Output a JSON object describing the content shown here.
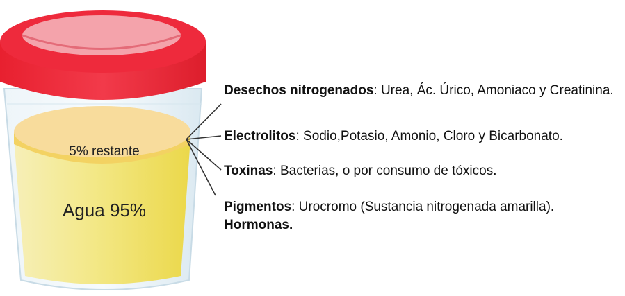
{
  "colors": {
    "lid_red": "#ee2a3c",
    "lid_top": "#f4a3ab",
    "cup_glass": "#dfeef6",
    "liquid_yellow": "#f3e66a",
    "liquid_surface": "#f7d98f",
    "leader_line": "#333333"
  },
  "cup": {
    "remaining_label": "5% restante",
    "water_label": "Agua 95%"
  },
  "annotations": [
    {
      "term": "Desechos nitrogenados",
      "detail": ": Urea, Ác. Úrico, Amoniaco y Creatinina."
    },
    {
      "term": "Electrolitos",
      "detail": ": Sodio,Potasio, Amonio, Cloro y Bicarbonato."
    },
    {
      "term": "Toxinas",
      "detail": ": Bacterias, o por consumo de tóxicos."
    },
    {
      "term": "Pigmentos",
      "detail": ": Urocromo (Sustancia nitrogenada amarilla)."
    },
    {
      "term": "Hormonas.",
      "detail": ""
    }
  ]
}
